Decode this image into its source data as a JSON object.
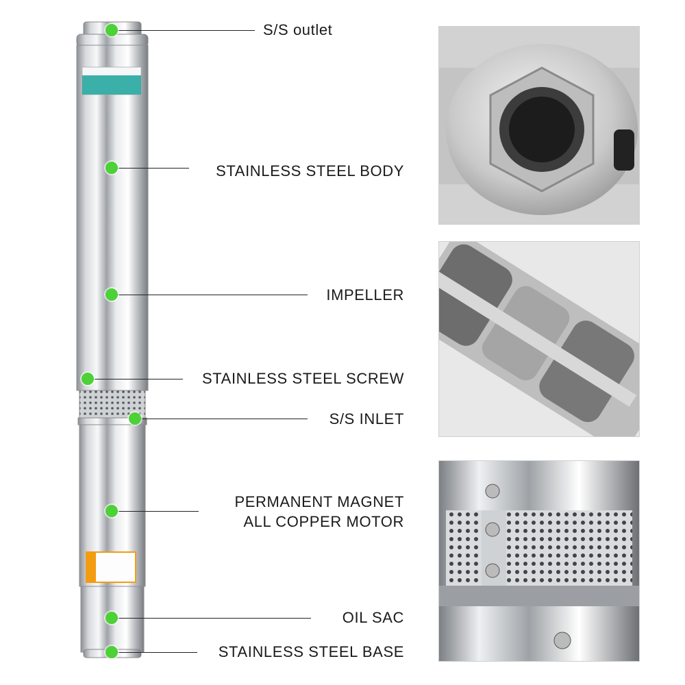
{
  "callouts": [
    {
      "id": "outlet",
      "text": "S/S outlet"
    },
    {
      "id": "body",
      "text": "STAINLESS STEEL BODY"
    },
    {
      "id": "impeller",
      "text": "IMPELLER"
    },
    {
      "id": "screw",
      "text": "STAINLESS STEEL SCREW"
    },
    {
      "id": "inlet",
      "text": "S/S INLET"
    },
    {
      "id": "motor",
      "text_line1": "PERMANENT MAGNET",
      "text_line2": "ALL COPPER MOTOR"
    },
    {
      "id": "oil",
      "text": "OIL SAC"
    },
    {
      "id": "base",
      "text": "STAINLESS STEEL BASE"
    }
  ],
  "colors": {
    "dot": "#4cd137",
    "plate": "#1aa39a",
    "warning": "#f39c12"
  }
}
